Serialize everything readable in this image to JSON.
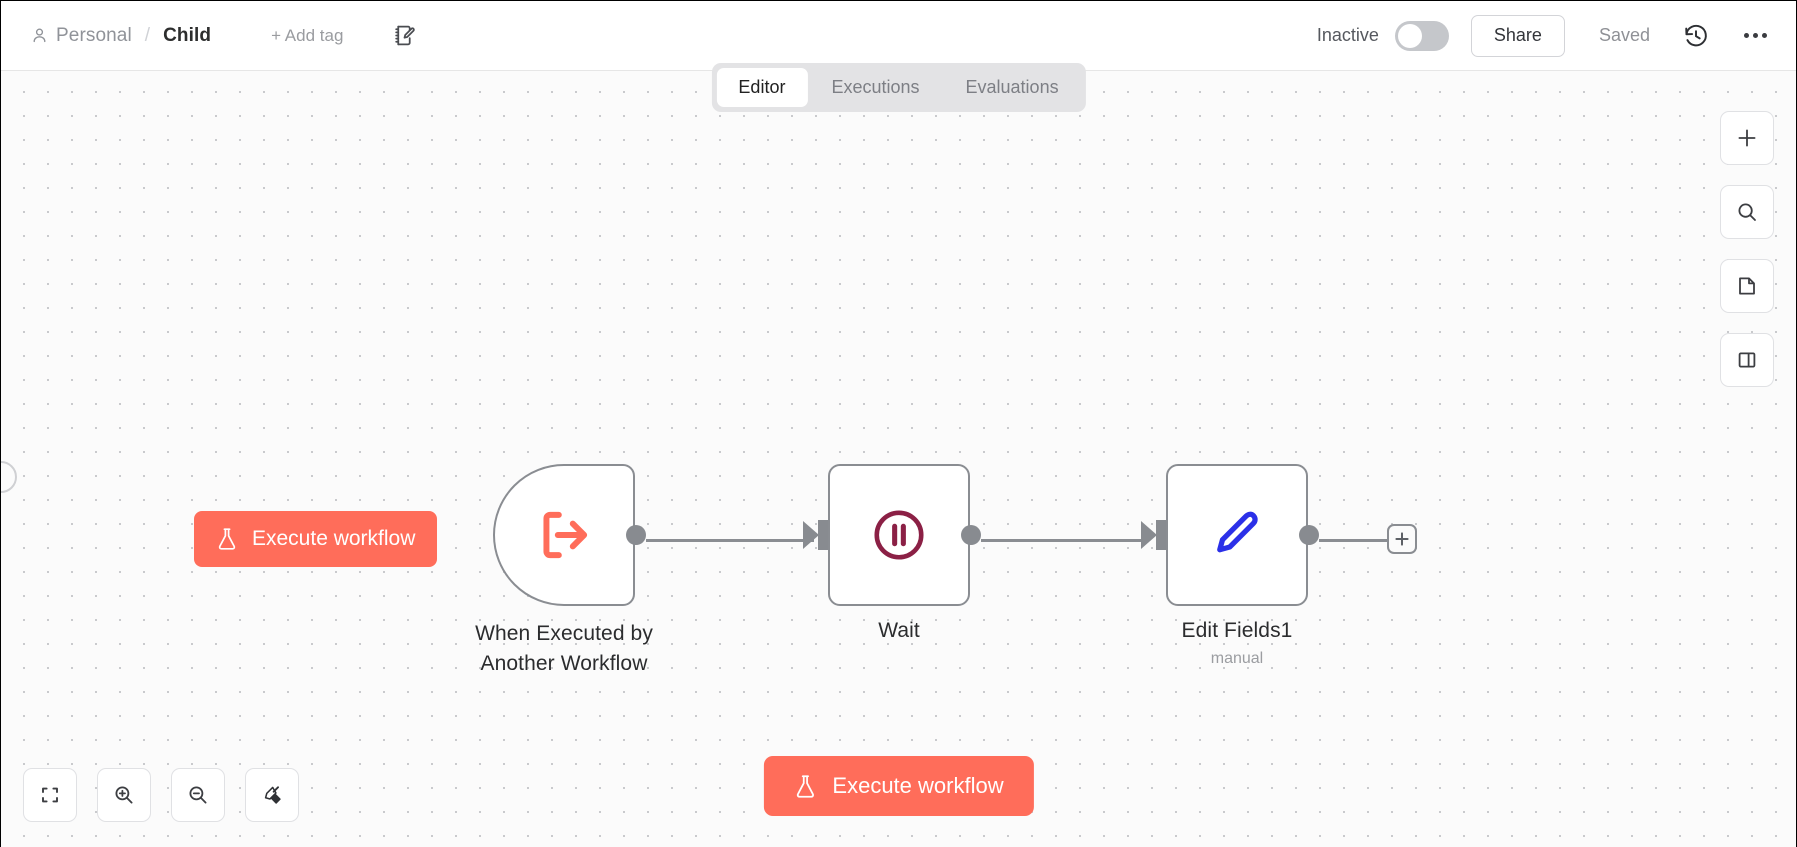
{
  "header": {
    "person_icon": "person-icon",
    "breadcrumb_project": "Personal",
    "breadcrumb_separator": "/",
    "workflow_name": "Child",
    "add_tag_label": "+ Add tag",
    "note_icon": "note-edit-icon",
    "activation_label": "Inactive",
    "activation_state": "off",
    "share_label": "Share",
    "save_status": "Saved",
    "history_icon": "history-clock-icon",
    "more_icon": "more-options-icon"
  },
  "tabs": {
    "active": "Editor",
    "items": [
      {
        "label": "Editor",
        "active": true
      },
      {
        "label": "Executions",
        "active": false
      },
      {
        "label": "Evaluations",
        "active": false
      }
    ]
  },
  "canvas": {
    "background": "#fbfbfb",
    "grid_dot_color": "#c9cacd",
    "nodes": [
      {
        "id": "trigger",
        "name": "When Executed by Another Workflow",
        "name_line1": "When Executed by",
        "name_line2": "Another Workflow",
        "subtitle": "",
        "icon": "execute-arrow-icon",
        "icon_color": "#ff6d5a",
        "shape": "trigger-rounded-left"
      },
      {
        "id": "wait",
        "name": "Wait",
        "subtitle": "",
        "icon": "pause-circle-icon",
        "icon_color": "#8b2045",
        "shape": "square"
      },
      {
        "id": "edit-fields",
        "name": "Edit Fields1",
        "subtitle": "manual",
        "icon": "pen-icon",
        "icon_color": "#2b30e8",
        "shape": "square"
      }
    ],
    "connections": [
      {
        "from": "trigger",
        "to": "wait"
      },
      {
        "from": "wait",
        "to": "edit-fields"
      },
      {
        "from": "edit-fields",
        "to": "add-node-stub"
      }
    ],
    "add_node_stub_icon": "plus-icon"
  },
  "execute_float": {
    "label": "Execute workflow",
    "icon": "flask-icon",
    "color": "#ff6d5a"
  },
  "execute_main": {
    "label": "Execute workflow",
    "icon": "flask-icon",
    "color": "#ff6d5a"
  },
  "right_toolbar": {
    "items": [
      {
        "name": "add-node-button",
        "icon": "plus-icon"
      },
      {
        "name": "search-nodes-button",
        "icon": "search-icon"
      },
      {
        "name": "add-sticky-note-button",
        "icon": "sticky-note-icon"
      },
      {
        "name": "toggle-side-panel-button",
        "icon": "panel-layout-icon"
      }
    ]
  },
  "bottom_toolbar": {
    "items": [
      {
        "name": "zoom-to-fit-button",
        "icon": "fit-view-icon"
      },
      {
        "name": "zoom-in-button",
        "icon": "zoom-in-icon"
      },
      {
        "name": "zoom-out-button",
        "icon": "zoom-out-icon"
      },
      {
        "name": "tidy-up-button",
        "icon": "broom-icon"
      }
    ]
  }
}
